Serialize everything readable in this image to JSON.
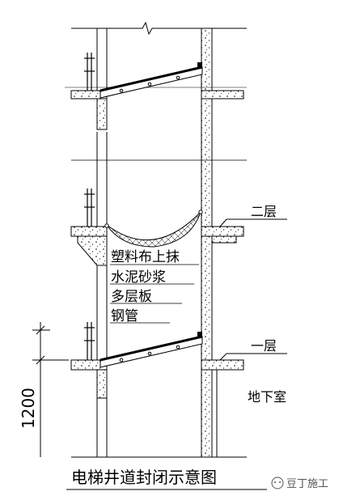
{
  "title": "电梯井道封闭示意图",
  "watermark": "豆丁施工",
  "labels": {
    "floor_2": "二层",
    "floor_1": "一层",
    "basement": "地下室",
    "dimension": "1200"
  },
  "layers": [
    "塑料布上抹",
    "水泥砂浆",
    "多层板",
    "钢管"
  ]
}
